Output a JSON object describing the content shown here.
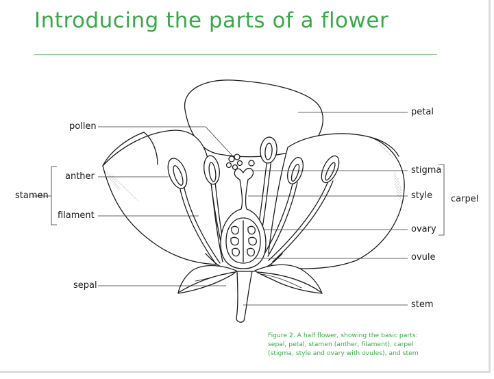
{
  "title": "Introducing the parts of a flower",
  "labels": {
    "pollen": "pollen",
    "anther": "anther",
    "stamen": "stamen",
    "filament": "filament",
    "sepal": "sepal",
    "petal": "petal",
    "stigma": "stigma",
    "style": "style",
    "carpel": "carpel",
    "ovary": "ovary",
    "ovule": "ovule",
    "stem": "stem"
  },
  "caption": {
    "line1": "Figure 2. A half flower, showing the basic parts:",
    "line2": "sepal, petal, stamen (anther, filament), carpel",
    "line3": "(stigma, style and ovary with ovules), and stem"
  },
  "colors": {
    "title": "#3aa84a",
    "rule": "#8fcf95",
    "caption": "#3aa84a",
    "ink": "#1a1a1a"
  }
}
